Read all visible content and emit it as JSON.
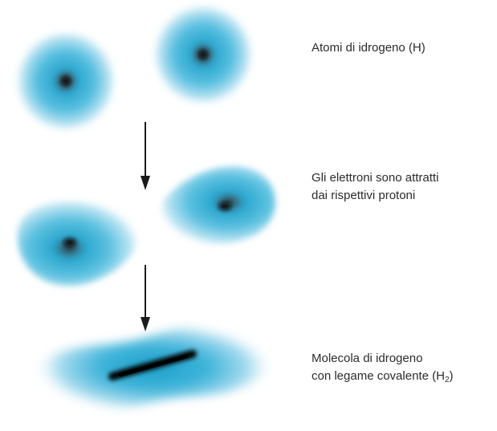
{
  "colors": {
    "cloud_core": "#1bb0d8",
    "cloud_edge": "#ffffff",
    "nucleus": "#111111",
    "arrow": "#1a1a1a",
    "text": "#2b2b2b"
  },
  "steps": [
    {
      "lines": [
        "Atomi di idrogeno (H)"
      ]
    },
    {
      "lines": [
        "Gli elettroni sono attratti",
        "dai rispettivi protoni"
      ]
    },
    {
      "line1": "Molecola di idrogeno",
      "line2_main": "con legame covalente (H",
      "line2_sub": "2",
      "line2_end": ")"
    }
  ]
}
